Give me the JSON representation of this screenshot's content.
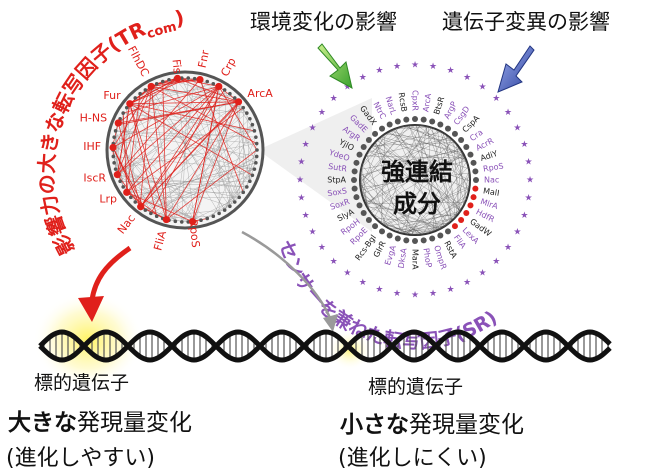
{
  "top_labels": {
    "environment": "環境変化の影響",
    "mutation": "遺伝子変異の影響"
  },
  "left_arc_title": {
    "main": "影響力の大きな転写因子(TR",
    "sub": "com",
    "close": ")"
  },
  "right_arc_title": "センサーを兼ねた転写因子(SR)",
  "core_label": {
    "line1": "強連結",
    "line2": "成分"
  },
  "tr_nodes": [
    "FlhDC",
    "Fis",
    "Fnr",
    "Crp",
    "ArcA",
    "Fur",
    "H-NS",
    "IHF",
    "IscR",
    "Lrp",
    "Nac",
    "FliA",
    "RpoS"
  ],
  "sensor_ring_labels": [
    "Rcs-Bgl",
    "RpoE",
    "RpoH",
    "SlyA",
    "SoxR",
    "SoxS",
    "StpA",
    "SutR",
    "YdeO",
    "YjlO",
    "ArgR",
    "GadE",
    "GadX",
    "NtrC",
    "NarL",
    "RcsB",
    "CpxR",
    "ArcA",
    "BtsR",
    "ArgP",
    "CsgD",
    "CspA",
    "Cra",
    "AcrR",
    "AdiY",
    "RpoS",
    "Nac",
    "MalI",
    "MlrA",
    "HdfR",
    "GadW",
    "LexA",
    "FliA",
    "RstA",
    "OmpR",
    "PhoP",
    "MarA",
    "DksA",
    "EvgA",
    "GlrR"
  ],
  "left_target": {
    "title": "標的遺伝子",
    "strong": "大きな",
    "rest": "発現量変化",
    "note": "(進化しやすい)"
  },
  "right_target": {
    "title": "標的遺伝子",
    "strong": "小さな",
    "rest": "発現量変化",
    "note": "(進化しにくい)"
  },
  "colors": {
    "red": "#e0201b",
    "purple": "#8a52b8",
    "green": "#6cc24a",
    "blue": "#4a5fb8",
    "highlight": "#fff28a"
  }
}
